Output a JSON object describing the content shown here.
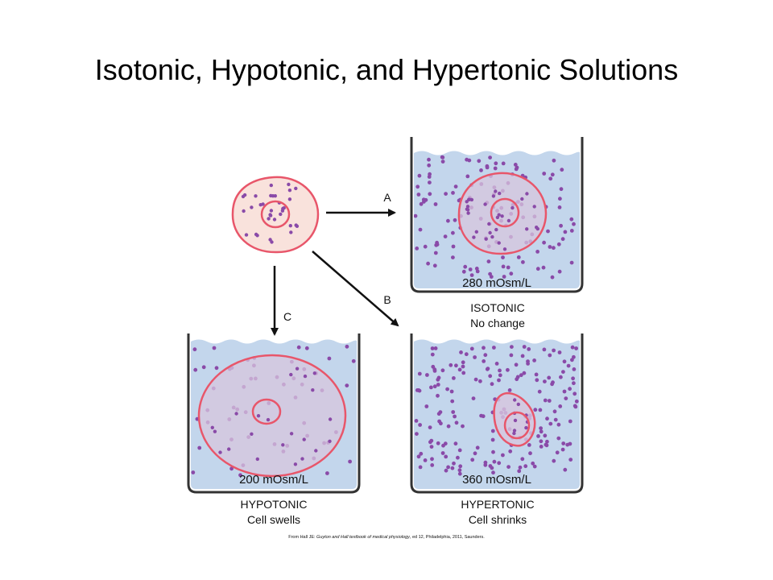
{
  "title": "Isotonic, Hypotonic, and Hypertonic Solutions",
  "arrows": {
    "a": "A",
    "b": "B",
    "c": "C"
  },
  "beakers": {
    "isotonic": {
      "concentration": "280 mOsm/L",
      "type": "ISOTONIC",
      "effect": "No change"
    },
    "hypotonic": {
      "concentration": "200 mOsm/L",
      "type": "HYPOTONIC",
      "effect": "Cell swells"
    },
    "hypertonic": {
      "concentration": "360 mOsm/L",
      "type": "HYPERTONIC",
      "effect": "Cell shrinks"
    }
  },
  "citation": {
    "prefix": "From Hall JE: ",
    "book": "Guyton and Hall textbook of medical physiology",
    "suffix": ", ed 12, Philadelphia, 2011, Saunders."
  },
  "colors": {
    "membrane": "#e8566a",
    "cytoplasm": "#f7dada",
    "particle": "#8a4aa8",
    "solution": "#c3d6ec",
    "beaker": "#333333",
    "arrow": "#111111"
  }
}
